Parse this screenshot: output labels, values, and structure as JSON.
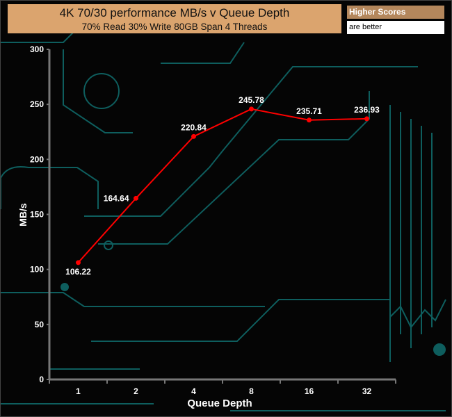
{
  "legend": {
    "line1": "Higher Scores",
    "line2": "are better"
  },
  "colors": {
    "line": "#ff0000",
    "title_bg": "#dba46e",
    "circuit": "#0e5e5e"
  },
  "chart_data": {
    "type": "line",
    "title": "4K 70/30 performance MB/s v Queue Depth",
    "subtitle": "70% Read 30% Write 80GB Span 4 Threads",
    "xlabel": "Queue Depth",
    "ylabel": "MB/s",
    "categories": [
      "1",
      "2",
      "4",
      "8",
      "16",
      "32"
    ],
    "series": [
      {
        "name": "MB/s",
        "values": [
          106.22,
          164.64,
          220.84,
          245.78,
          235.71,
          236.93
        ]
      }
    ],
    "ylim": [
      0,
      300
    ],
    "yticks": [
      0,
      50,
      100,
      150,
      200,
      250,
      300
    ],
    "value_labels": [
      "106.22",
      "164.64",
      "220.84",
      "245.78",
      "235.71",
      "236.93"
    ]
  }
}
